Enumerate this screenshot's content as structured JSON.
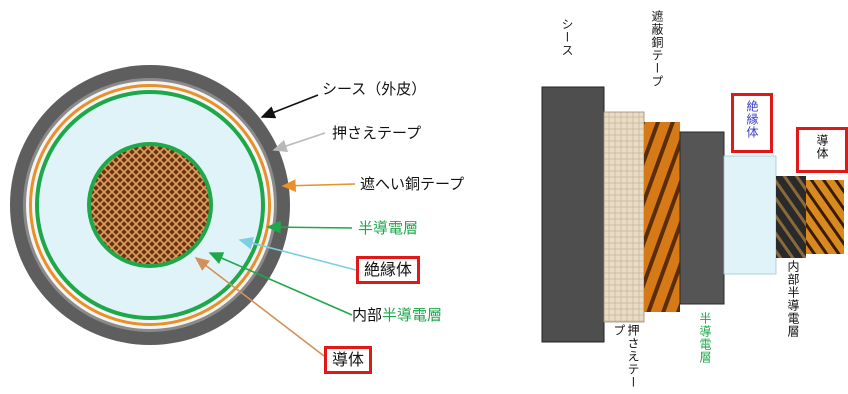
{
  "left_labels": {
    "sheath": "シース（外皮）",
    "press_tape": "押さえテープ",
    "shield_tape": "遮へい銅テープ",
    "semiconductive": "半導電層",
    "insulation": "絶縁体",
    "inner_semiconductive": "内部半導電層",
    "conductor": "導体"
  },
  "right_labels": {
    "sheath": "シース",
    "shield_tape": "遮蔽銅テープ",
    "insulation": "絶縁体",
    "conductor": "導体",
    "press_tape": "押さえテープ",
    "semiconductive": "半導電層",
    "inner_semiconductive": "内部半導電層"
  },
  "colors": {
    "sheath": "#5a5a5a",
    "shield_tape": "#e8902a",
    "semiconductive": "#1ea84a",
    "insulation": "#dff3f8",
    "conductor": "#7a3a14",
    "highlight": "#e01818"
  }
}
